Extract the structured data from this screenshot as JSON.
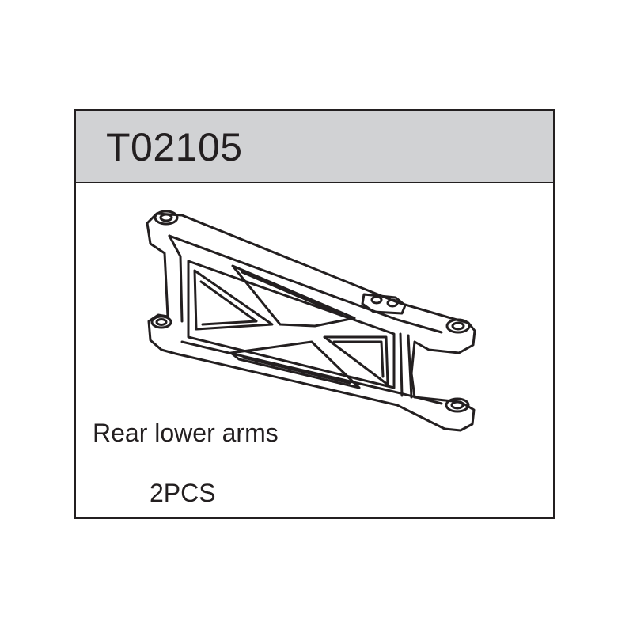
{
  "part": {
    "number": "T02105",
    "name": "Rear lower arms",
    "quantity": "2PCS"
  },
  "colors": {
    "header_bg": "#d1d2d4",
    "line": "#231f20",
    "background": "#ffffff"
  },
  "icon": "rear-lower-arm-drawing"
}
